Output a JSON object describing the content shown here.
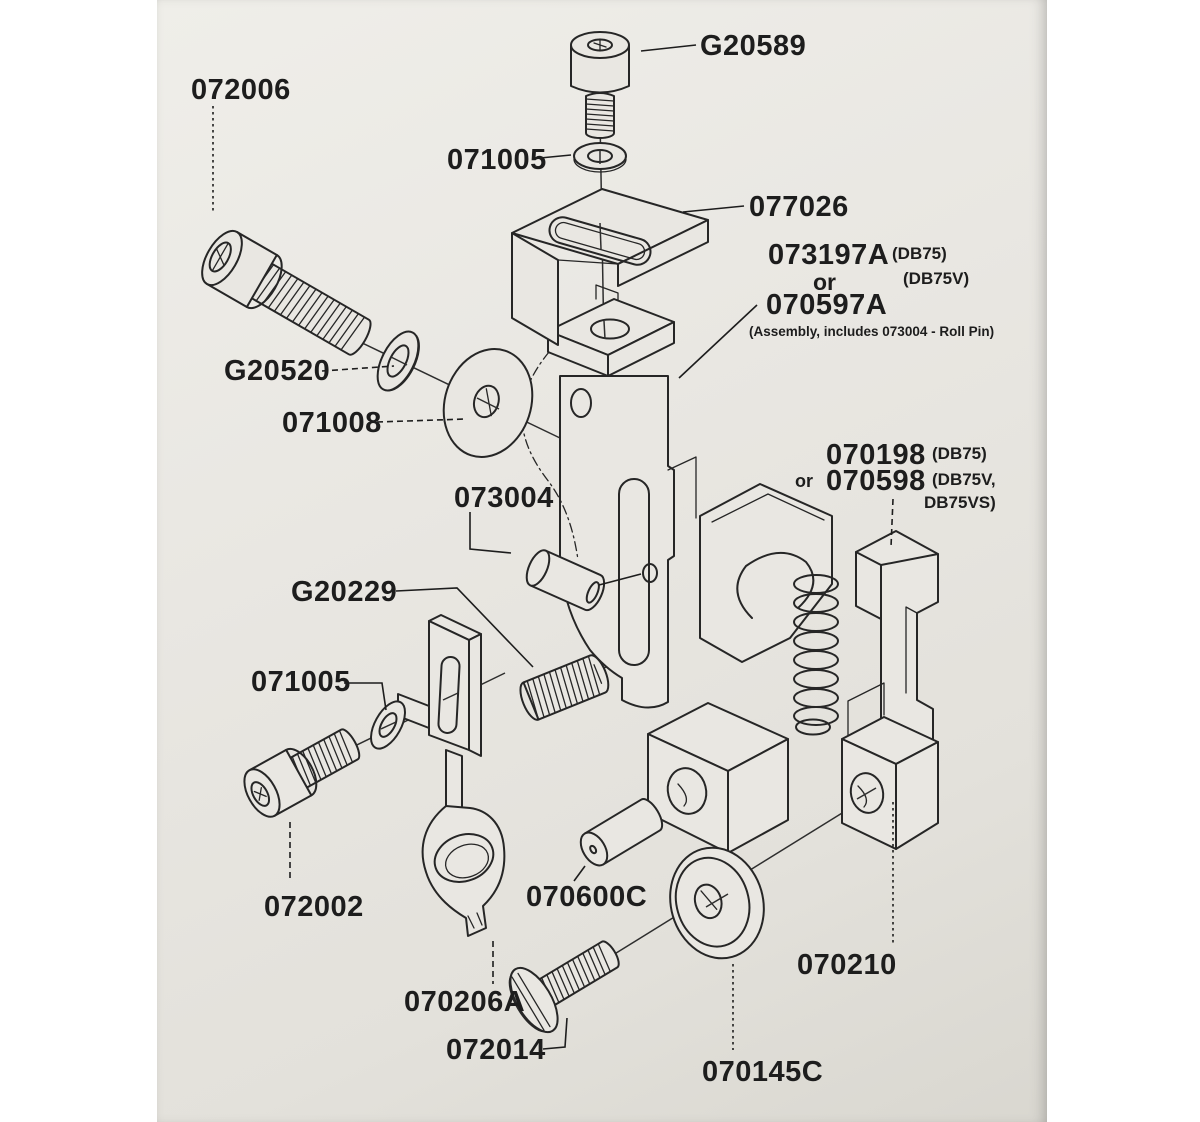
{
  "colors": {
    "background": "#ffffff",
    "paper": "#e9e7e2",
    "ink": "#1d1d1d"
  },
  "diagram": {
    "type": "exploded-parts-diagram",
    "parts": {
      "G20589": {
        "label": "G20589"
      },
      "072006": {
        "label": "072006"
      },
      "071005_top": {
        "label": "071005"
      },
      "077026": {
        "label": "077026"
      },
      "assembly": {
        "line1": "073197A",
        "q1": "(DB75)",
        "or": "or",
        "q2": "(DB75V)",
        "line2": "070597A",
        "note": "(Assembly, includes 073004 - Roll Pin)"
      },
      "G20520": {
        "label": "G20520"
      },
      "071008": {
        "label": "071008"
      },
      "073004": {
        "label": "073004"
      },
      "block_070198": {
        "line1": "070198",
        "q1": "(DB75)",
        "or": "or",
        "line2": "070598",
        "q2": "(DB75V,",
        "q3": "DB75VS)"
      },
      "G20229": {
        "label": "G20229"
      },
      "071005_left": {
        "label": "071005"
      },
      "072002": {
        "label": "072002"
      },
      "070206A": {
        "label": "070206A"
      },
      "070600C": {
        "label": "070600C"
      },
      "072014": {
        "label": "072014"
      },
      "070210": {
        "label": "070210"
      },
      "070145C": {
        "label": "070145C"
      }
    }
  }
}
